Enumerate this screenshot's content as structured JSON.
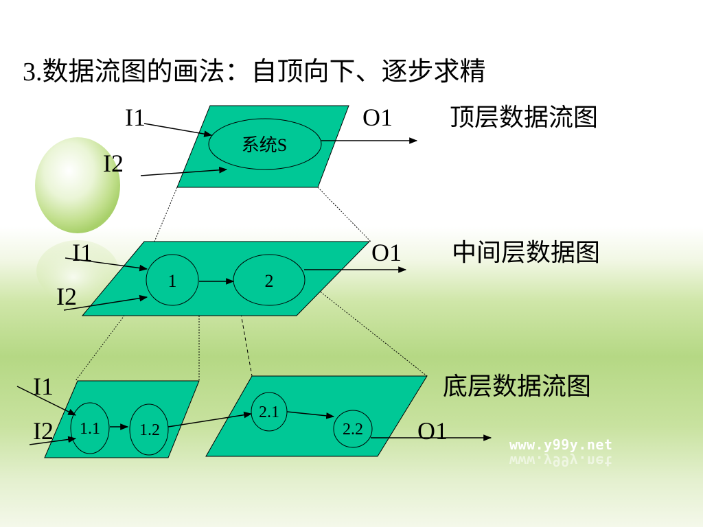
{
  "title": "3.数据流图的画法：自顶向下、逐步求精",
  "levels": {
    "top": {
      "label": "顶层数据流图",
      "process": "系统S",
      "inputs": [
        "I1",
        "I2"
      ],
      "output": "O1"
    },
    "middle": {
      "label": "中间层数据图",
      "processes": [
        "1",
        "2"
      ],
      "inputs": [
        "I1",
        "I2"
      ],
      "output": "O1"
    },
    "bottom": {
      "label": "底层数据流图",
      "processes": [
        "1.1",
        "1.2",
        "2.1",
        "2.2"
      ],
      "inputs": [
        "I1",
        "I2"
      ],
      "output": "O1"
    }
  },
  "watermark": "www.y99y.net",
  "colors": {
    "plane_fill": "#00c896",
    "background_green": "#b5d884"
  }
}
